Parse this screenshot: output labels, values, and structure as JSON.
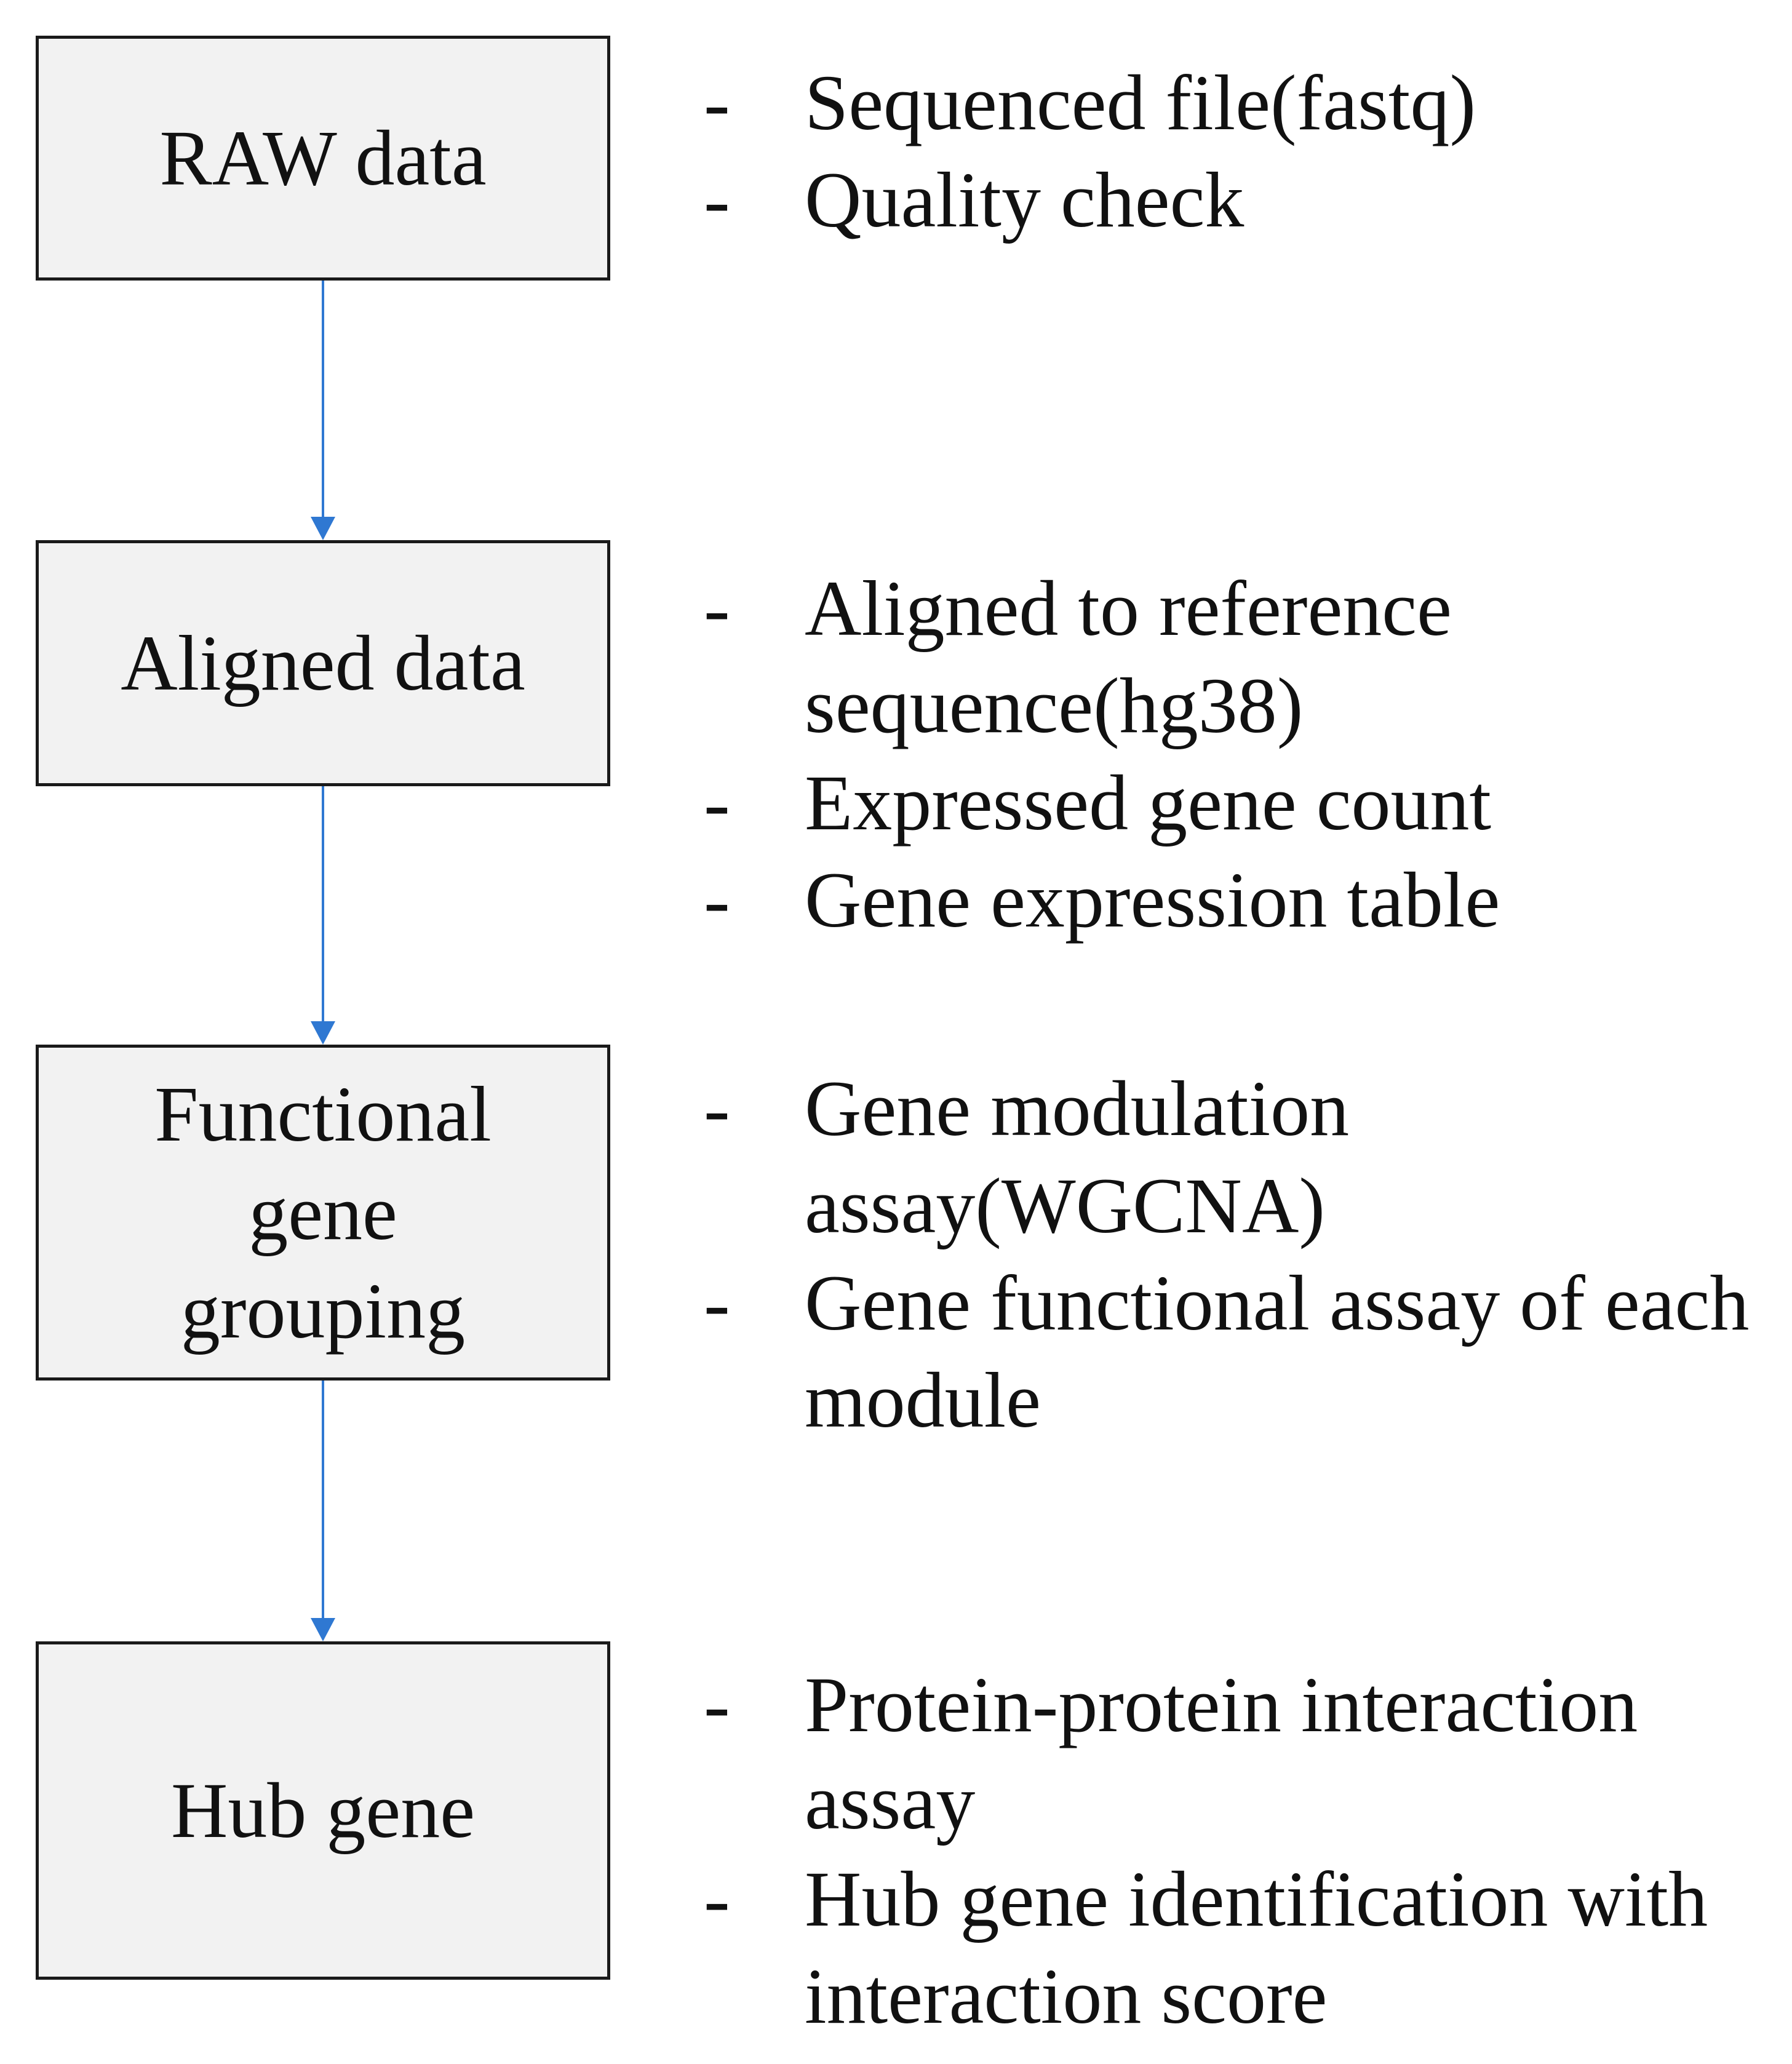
{
  "diagram": {
    "line_color": "#2f78d2",
    "box_fill": "#f2f2f2",
    "box_border": "#1a1a1a",
    "steps": [
      {
        "label": "RAW data",
        "notes": [
          "Sequenced file(fastq)",
          "Quality check"
        ]
      },
      {
        "label": "Aligned data",
        "notes": [
          "Aligned to reference sequence(hg38)",
          "Expressed gene count",
          "Gene expression table"
        ]
      },
      {
        "label": "Functional gene grouping",
        "notes": [
          "Gene modulation assay(WGCNA)",
          "Gene functional assay of each module"
        ]
      },
      {
        "label": "Hub gene",
        "notes": [
          "Protein-protein interaction assay",
          "Hub gene identification with interaction score"
        ]
      }
    ]
  }
}
